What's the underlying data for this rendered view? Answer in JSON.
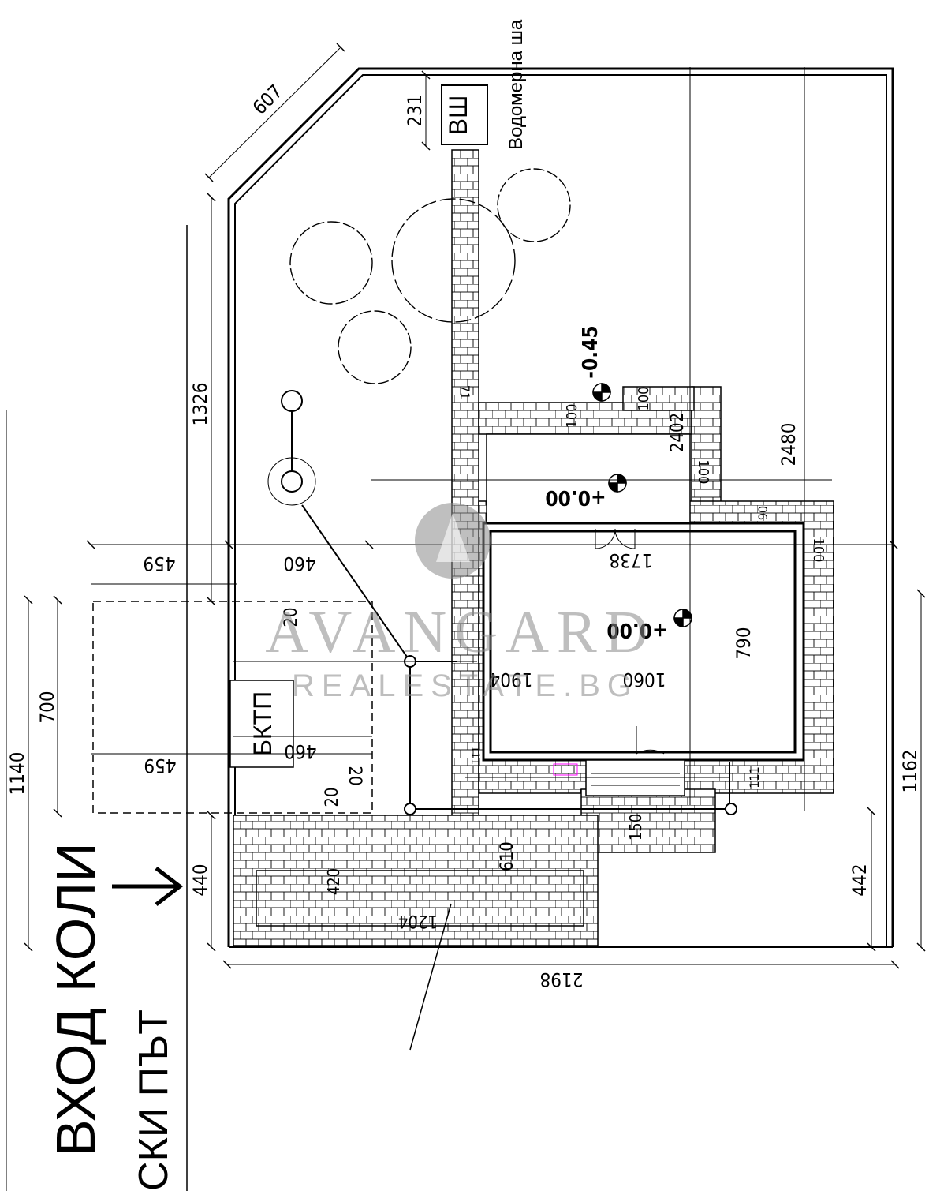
{
  "labels": {
    "entrance": "ВХОД КОЛИ",
    "road": "СКИ ПЪТ",
    "water_meter": "Водомерна ша",
    "vsh": "ВШ",
    "bktp": "БКТП"
  },
  "levels": {
    "yard": "-0.45",
    "terrace": "+0.00",
    "house": "+0.00"
  },
  "dimensions": {
    "d607": "607",
    "d231": "231",
    "d1326": "1326",
    "d71": "71",
    "d100a": "100",
    "d100b": "100",
    "d100c": "100",
    "d100d": "100",
    "d2402": "2402",
    "d2480": "2480",
    "d90": "90",
    "d459a": "459",
    "d460a": "460",
    "d1738": "1738",
    "d20a": "20",
    "d790": "790",
    "d1904": "1904",
    "d1060": "1060",
    "d700": "700",
    "d1140": "1140",
    "d459b": "459",
    "d460b": "460",
    "d20b": "20",
    "d20c": "20",
    "d111a": "111",
    "d111b": "111",
    "d1162": "1162",
    "d150": "150",
    "d610": "610",
    "d420": "420",
    "d440": "440",
    "d1204": "1204",
    "d442": "442",
    "d2198": "2198"
  },
  "watermark": {
    "line1": "AVANGARD",
    "line2": "REALESTATE.BG"
  },
  "colors": {
    "ink": "#000000",
    "watermark": "#8a8a8a",
    "accent_marker": "#ff00ff"
  }
}
